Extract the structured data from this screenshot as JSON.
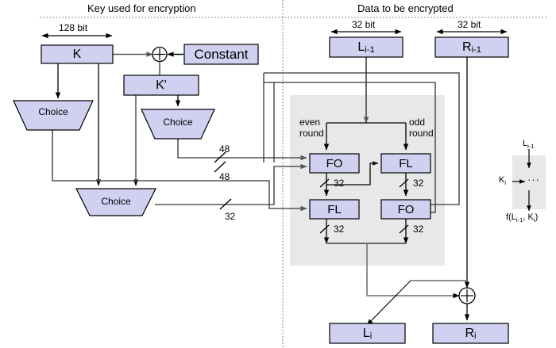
{
  "diagram": {
    "title_left": "Key used for encryption",
    "title_right": "Data to be encrypted",
    "divider": "vertical-dotted-divider"
  },
  "key_side": {
    "width_label": "128 bit",
    "boxes": {
      "k": "K",
      "k_prime": "K'",
      "constant": "Constant"
    },
    "choices": [
      {
        "label": "Choice",
        "id": "choice-left"
      },
      {
        "label": "Choice",
        "id": "choice-right"
      },
      {
        "label": "Choice",
        "id": "choice-bottom"
      }
    ],
    "xor": "⊕",
    "wire_labels": {
      "w48_top": "48",
      "w48_bottom": "48",
      "w32": "32"
    }
  },
  "data_side": {
    "width_label_left": "32 bit",
    "width_label_right": "32 bit",
    "inputs": {
      "left": "L",
      "left_sub": "i-1",
      "right": "R",
      "right_sub": "i-1"
    },
    "outputs": {
      "left": "L",
      "left_sub": "i",
      "right": "R",
      "right_sub": "i"
    },
    "round_labels": {
      "even": "even round",
      "even_line1": "even",
      "even_line2": "round",
      "odd_line1": "odd",
      "odd_line2": "round"
    },
    "functions": {
      "fo_top_left": "FO",
      "fl_top_right": "FL",
      "fl_bottom_left": "FL",
      "fo_bottom_right": "FO"
    },
    "bus_labels": {
      "fo_tl": "32",
      "fl_tr": "32",
      "fl_bl": "32",
      "fo_br": "32"
    },
    "xor": "⊕"
  },
  "legend": {
    "input": "L",
    "input_sub": "i-1",
    "key_input": "K",
    "key_input_sub": "i",
    "body": "···",
    "output": "f(L",
    "output_sub1": "i-1",
    "output_mid": ", K",
    "output_sub2": "i",
    "output_end": ")",
    "output_full": "f(L i-1 , K i )"
  },
  "colors": {
    "box_fill": "#d0d0f0",
    "box_stroke": "#000000",
    "gray_panel": "#e8e8e8",
    "wire_gray": "#808080",
    "wire_black": "#000000",
    "background": "#ffffff"
  }
}
